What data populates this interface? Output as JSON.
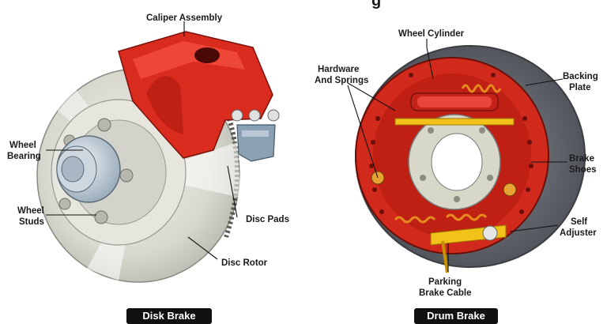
{
  "title_fragment": "g",
  "disc_brake": {
    "labels": {
      "caliper_assembly": "Caliper Assembly",
      "wheel_bearing_1": "Wheel",
      "wheel_bearing_2": "Bearing",
      "wheel_studs_1": "Wheel",
      "wheel_studs_2": "Studs",
      "disc_pads": "Disc Pads",
      "disc_rotor": "Disc Rotor"
    },
    "caption": "Disk Brake"
  },
  "drum_brake": {
    "labels": {
      "wheel_cylinder": "Wheel Cylinder",
      "hardware_springs_1": "Hardware",
      "hardware_springs_2": "And Springs",
      "backing_plate_1": "Backing",
      "backing_plate_2": "Plate",
      "brake_shoes_1": "Brake",
      "brake_shoes_2": "Shoes",
      "self_adjuster_1": "Self",
      "self_adjuster_2": "Adjuster",
      "parking_cable_1": "Parking",
      "parking_cable_2": "Brake Cable"
    },
    "caption": "Drum Brake"
  },
  "colors": {
    "caliper_red": "#d92b1e",
    "rotor_grey": "#cfcfc6",
    "drum_grey": "#6b6f75",
    "spring_orange": "#e58a1f",
    "yellow": "#f2c21a"
  }
}
